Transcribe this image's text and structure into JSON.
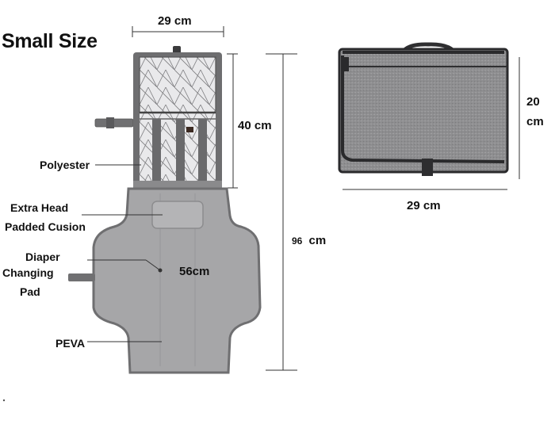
{
  "title": "Small Size",
  "dimensions": {
    "open_width": "29 cm",
    "top_height": "40 cm",
    "total_length": "96",
    "total_length_unit": "cm",
    "center_width": "56cm",
    "folded_height_value": "20",
    "folded_height_unit": "cm",
    "folded_width": "29 cm"
  },
  "labels": {
    "polyester": "Polyester",
    "head_cushion_line1": "Extra Head",
    "head_cushion_line2": "Padded Cusion",
    "changing_pad_line1": "Diaper",
    "changing_pad_line2": "Changing",
    "changing_pad_line3": "Pad",
    "peva": "PEVA"
  },
  "colors": {
    "fabric_gray": "#8a8a8c",
    "pad_gray": "#a4a4a6",
    "trim_dark": "#3a3a3c",
    "text": "#111111"
  }
}
